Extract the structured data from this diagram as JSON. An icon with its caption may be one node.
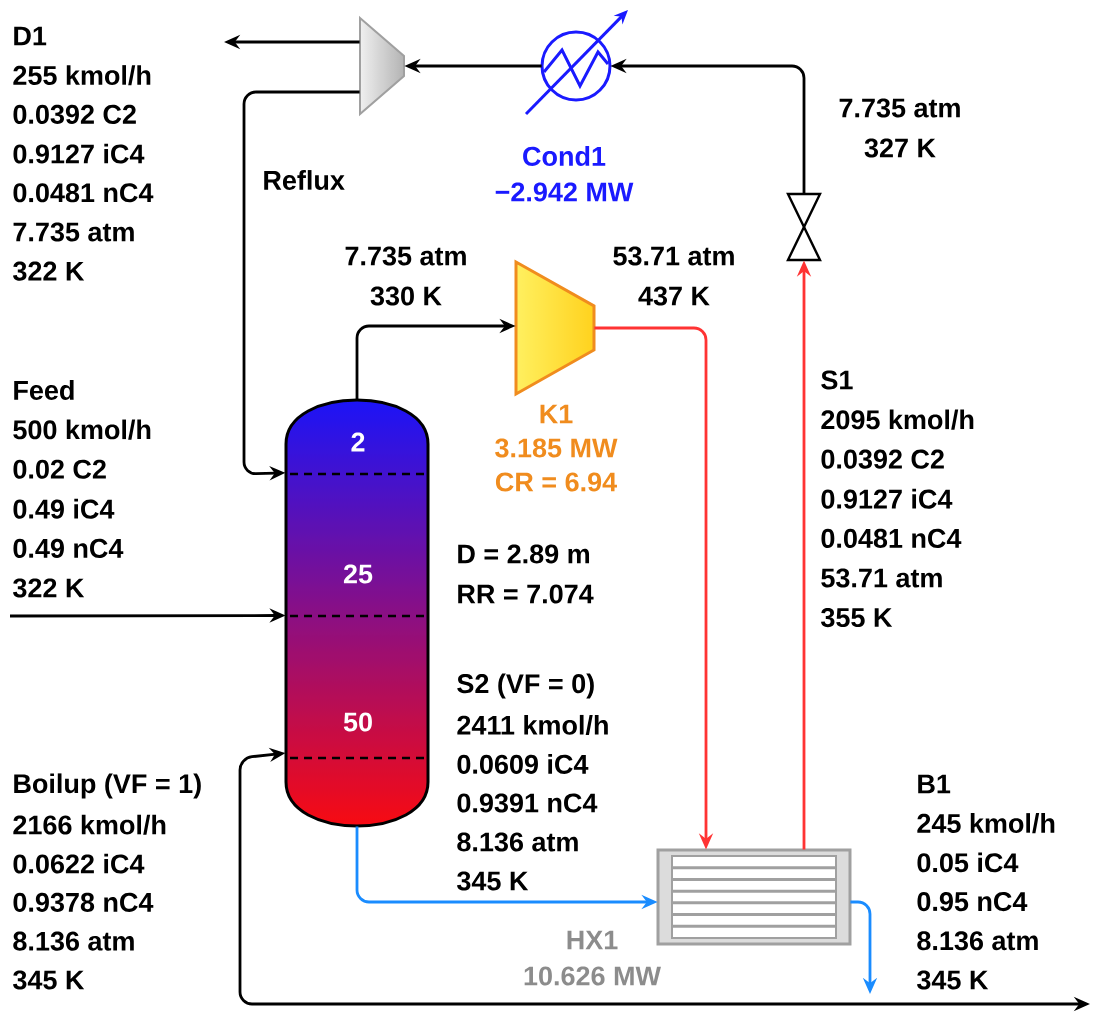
{
  "diagram": {
    "nodes": [
      {
        "text": [],
        "shape": "trapezoid"
      },
      {
        "text": [
          "Cond1",
          "−2.942 MW"
        ]
      },
      {
        "text": [],
        "shape": "valve"
      },
      {
        "text": [
          "K1",
          "3.185 MW",
          "CR = 6.94"
        ]
      },
      {
        "text": [
          "2",
          "25",
          "50"
        ]
      },
      {
        "text": [
          "HX1",
          "10.626 MW"
        ]
      }
    ],
    "edges": [
      {
        "from": 0,
        "to": null,
        "arrow": "to"
      },
      {
        "from": 0,
        "to": 4,
        "arrow": "to",
        "label": "Reflux"
      },
      {
        "from": 1,
        "to": 0,
        "arrow": "to"
      },
      {
        "from": 2,
        "to": 1,
        "arrow": "to"
      },
      {
        "from": 4,
        "to": 3,
        "arrow": "to"
      },
      {
        "from": 3,
        "to": 5,
        "arrow": "to",
        "color": "#ff3333"
      },
      {
        "from": 5,
        "to": 2,
        "arrow": "to",
        "color": "#ff3333"
      },
      {
        "from": null,
        "to": 4,
        "arrow": "to"
      },
      {
        "from": 4,
        "to": 5,
        "arrow": "to",
        "color": "#1a8cff"
      },
      {
        "from": 5,
        "to": null,
        "arrow": "to",
        "color": "#1a8cff"
      },
      {
        "from": null,
        "to": 4,
        "arrow": "both"
      }
    ],
    "labels": [
      "D1",
      "255 kmol/h",
      "0.0392 C2",
      "0.9127 iC4",
      "0.0481 nC4",
      "7.735 atm",
      "322 K",
      "7.735 atm",
      "327 K",
      "7.735 atm",
      "330 K",
      "53.71 atm",
      "437 K",
      "Feed",
      "500 kmol/h",
      "0.02 C2",
      "0.49 iC4",
      "0.49 nC4",
      "322 K",
      "S1",
      "2095 kmol/h",
      "0.0392 C2",
      "0.9127 iC4",
      "0.0481 nC4",
      "53.71 atm",
      "355 K",
      "D = 2.89 m",
      "RR = 7.074",
      "S2 (VF = 0)",
      "2411 kmol/h",
      "0.0609 iC4",
      "0.9391 nC4",
      "8.136 atm",
      "345 K",
      "Boilup (VF = 1)",
      "2166 kmol/h",
      "0.0622 iC4",
      "0.9378 nC4",
      "8.136 atm",
      "345 K",
      "B1",
      "245 kmol/h",
      "0.05 iC4",
      "0.95 nC4",
      "8.136 atm",
      "345 K"
    ]
  }
}
